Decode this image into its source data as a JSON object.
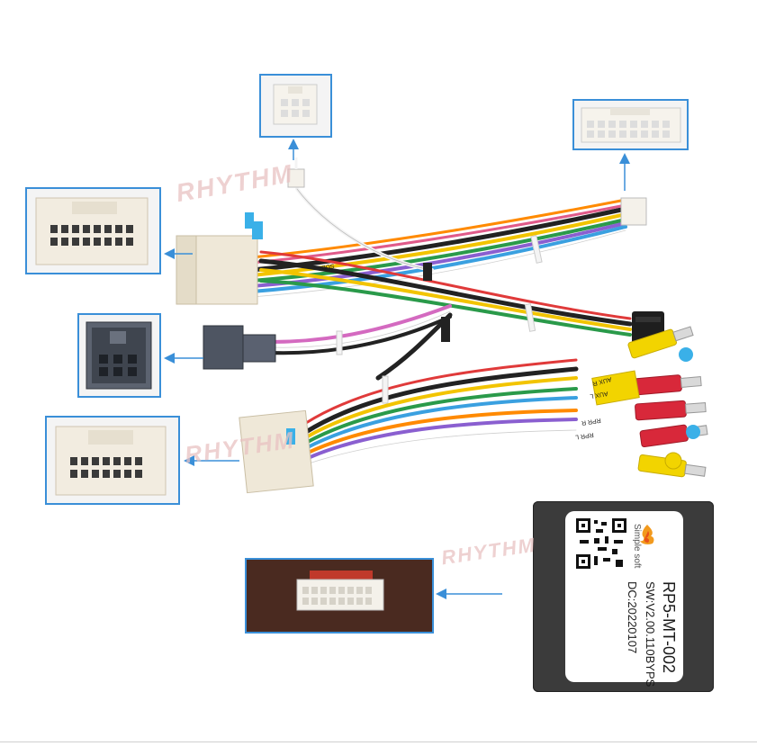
{
  "watermark": {
    "text": "RHYTHM"
  },
  "module_label": {
    "brand": "Simple soft",
    "model": "RP5-MT-002",
    "software": "SW:V2.00.110BYPS",
    "date_code": "DC:20220107"
  },
  "cable_tags": [
    "AUX R",
    "AUX L",
    "RPR R",
    "RPR L",
    "SUB"
  ],
  "colors": {
    "inset_border": "#3a8fd8",
    "arrow": "#3a8fd8",
    "rca_yellow": "#f2d400",
    "rca_red": "#d8283a",
    "connector_white": "#efe8d8",
    "module_body": "#3b3b3b"
  },
  "icons": [
    "flame-logo-icon",
    "qr-code-icon",
    "arrow-icon"
  ]
}
